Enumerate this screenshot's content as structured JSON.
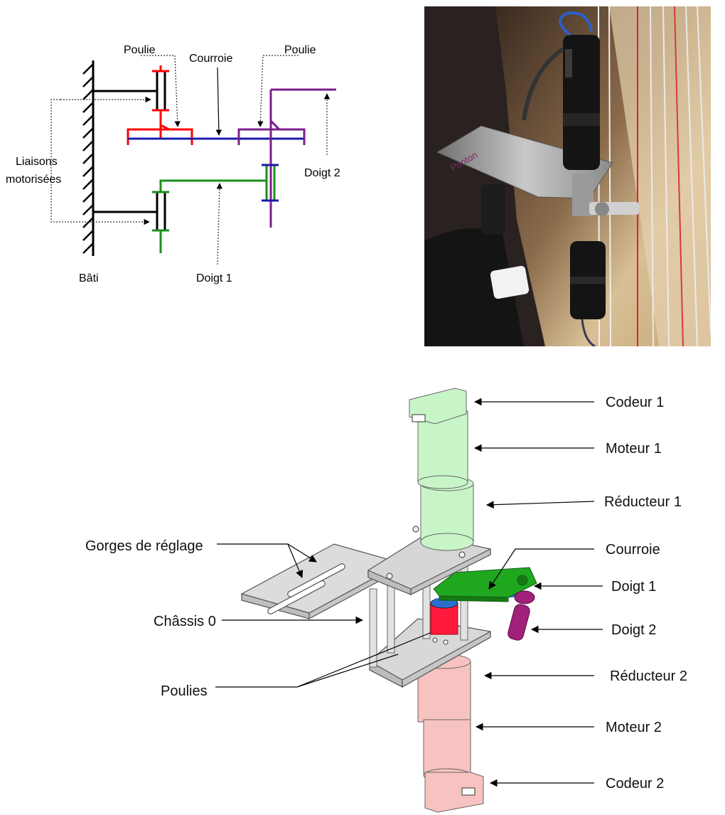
{
  "schematic": {
    "labels": {
      "poulie_left": "Poulie",
      "courroie": "Courroie",
      "poulie_right": "Poulie",
      "liaisons_1": "Liaisons",
      "liaisons_2": "motorisées",
      "doigt2": "Doigt 2",
      "bati": "Bâti",
      "doigt1": "Doigt 1"
    },
    "colors": {
      "frame": "#000000",
      "pulley_red": "#ff0000",
      "belt_blue": "#1a1aa8",
      "doigt2_purple": "#7a1f8c",
      "doigt1_green": "#1a8f1a"
    }
  },
  "photo": {
    "plate_handwriting": "Ponton"
  },
  "cad": {
    "labels": {
      "codeur1": "Codeur 1",
      "moteur1": "Moteur 1",
      "reducteur1": "Réducteur 1",
      "gorges": "Gorges de réglage",
      "courroie": "Courroie",
      "doigt1": "Doigt 1",
      "chassis": "Châssis 0",
      "doigt2": "Doigt 2",
      "poulies": "Poulies",
      "reducteur2": "Réducteur 2",
      "moteur2": "Moteur 2",
      "codeur2": "Codeur 2"
    },
    "colors": {
      "motor1": "#c8f5c8",
      "motor2": "#f7c3c0",
      "plate": "#d8d8d8",
      "finger1": "#1fa81f",
      "finger2": "#a0207a",
      "pulley_red": "#ff1a3c",
      "belt": "#2a6fd0"
    }
  }
}
